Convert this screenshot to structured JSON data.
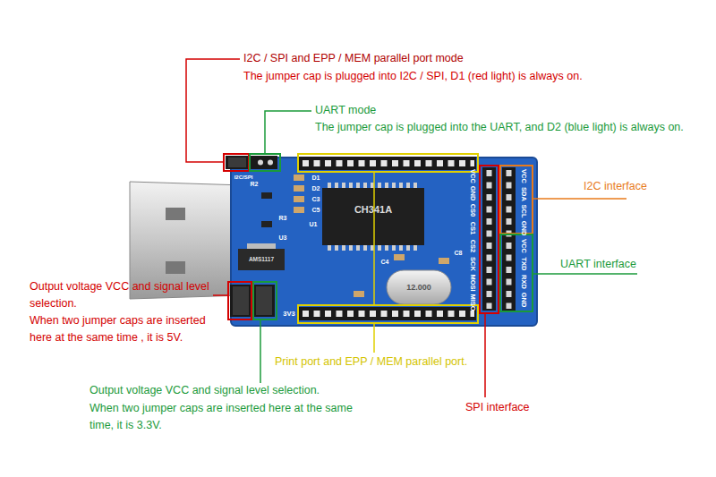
{
  "diagram": {
    "labels": [
      "I2C / SPI and EPP / MEM parallel port mode",
      "The jumper cap is plugged into I2C / SPI, D1 (red light) is always on.",
      "UART mode",
      "The jumper cap is plugged into the UART, and D2 (blue light) is always on.",
      "I2C interface",
      "UART interface",
      "Output voltage VCC and signal level selection.",
      "When  two  jumper caps are inserted here at the same time , it is 5V.",
      "Output voltage VCC and signal level selection.",
      "When two jumper caps are inserted here at the same time, it is 3.3V.",
      "Print port and EPP / MEM parallel port.",
      "SPI interface",
      "I2C/SPI",
      "R2",
      "D1",
      "D2",
      "C3",
      "C5",
      "R3",
      "U1",
      "U3",
      "CH341A",
      "AMS1117",
      "C4",
      "C8",
      "12.000",
      "3V3",
      "VCC",
      "GND",
      "CS0",
      "CS1",
      "CS2",
      "SCK",
      "MOSI",
      "MISO",
      "VCC",
      "SDA",
      "SCL",
      "GND",
      "VCC",
      "TXD",
      "RXD",
      "GND"
    ]
  }
}
